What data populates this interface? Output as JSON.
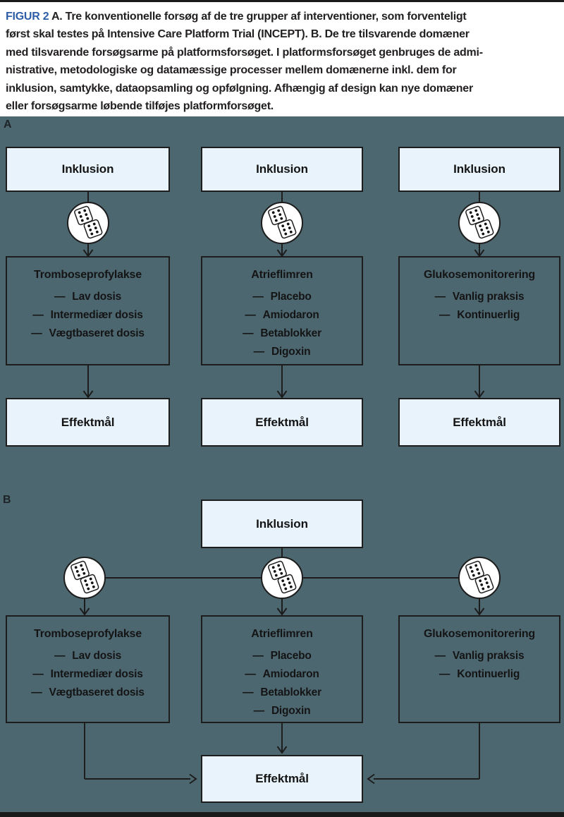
{
  "palette": {
    "diagram_background": "#4d6771",
    "caption_background": "#ffffff",
    "figur_label_blue": "#2e5ea7",
    "caption_text": "#232021",
    "box_fill_light_blue": "#e8f3fc",
    "line_and_border_black": "#1d1d1d",
    "dice_circle_fill": "#ffffff"
  },
  "caption": {
    "figur_label": "FIGUR 2",
    "lines": [
      "A. Tre konventionelle forsøg af de tre grupper af interventioner, som forventeligt",
      "først skal testes på Intensive Care Platform Trial (INCEPT). B. De tre tilsvarende domæner",
      "med tilsvarende forsøgsarme på platformsforsøget. I platformsforsøget genbruges de admi-",
      "nistrative, metodologiske og datamæssige processer mellem domænerne inkl. dem for",
      "inklusion, samtykke, dataopsamling og opfølgning. Afhængig af design kan nye domæner",
      "eller forsøgsarme løbende tilføjes platformforsøget."
    ]
  },
  "panels": {
    "a_label": "A",
    "b_label": "B"
  },
  "boxes": {
    "inclusion": "Inklusion",
    "outcome": "Effektmål",
    "bullet": "—"
  },
  "domains": [
    {
      "title": "Tromboseprofylakse",
      "items": [
        "Lav dosis",
        "Intermediær dosis",
        "Vægtbaseret dosis"
      ]
    },
    {
      "title": "Atrieflimren",
      "items": [
        "Placebo",
        "Amiodaron",
        "Betablokker",
        "Digoxin"
      ]
    },
    {
      "title": "Glukosemonitorering",
      "items": [
        "Vanlig praksis",
        "Kontinuerlig"
      ]
    }
  ],
  "icons": {
    "dice": "randomization-dice (two tilted dice, six pips each, in white circle)"
  }
}
